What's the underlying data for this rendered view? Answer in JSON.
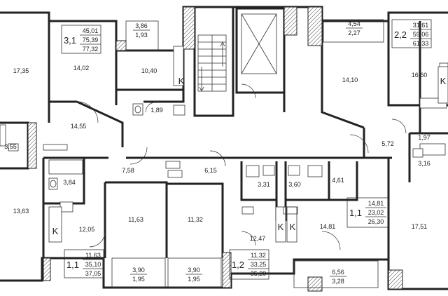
{
  "rooms": [
    {
      "id": "r1",
      "area": "17,35"
    },
    {
      "id": "r2",
      "area": "14,02"
    },
    {
      "id": "r3",
      "area": "10,40"
    },
    {
      "id": "r4",
      "area": "1,89"
    },
    {
      "id": "r5",
      "area": "14,55"
    },
    {
      "id": "r6",
      "area": "3,55"
    },
    {
      "id": "r7",
      "area": "14,10"
    },
    {
      "id": "r8",
      "area": "16,60"
    },
    {
      "id": "r9",
      "area": "1,97"
    },
    {
      "id": "r10",
      "area": "3,16"
    },
    {
      "id": "r11",
      "area": "5,72"
    },
    {
      "id": "r12",
      "area": "7,58"
    },
    {
      "id": "r13",
      "area": "6,15"
    },
    {
      "id": "r14",
      "area": "3,84"
    },
    {
      "id": "r15",
      "area": "13,63"
    },
    {
      "id": "r16",
      "area": "11,63"
    },
    {
      "id": "r17",
      "area": "11,32"
    },
    {
      "id": "r18",
      "area": "12,05"
    },
    {
      "id": "r19",
      "area": "3,31"
    },
    {
      "id": "r20",
      "area": "3,60"
    },
    {
      "id": "r21",
      "area": "4,61"
    },
    {
      "id": "r22",
      "area": "12,47"
    },
    {
      "id": "r23",
      "area": "14,81"
    },
    {
      "id": "r24",
      "area": "17,51"
    }
  ],
  "balconies": [
    {
      "id": "b1",
      "top": "3,86",
      "bottom": "1,93"
    },
    {
      "id": "b2",
      "top": "4,54",
      "bottom": "2,27"
    },
    {
      "id": "b3",
      "top": "3,90",
      "bottom": "1,95"
    },
    {
      "id": "b4",
      "top": "3,90",
      "bottom": "1,95"
    },
    {
      "id": "b5",
      "top": "6,56",
      "bottom": "3,28"
    }
  ],
  "apartments": [
    {
      "id": "a1",
      "code": "3,1",
      "lines": [
        "45,01",
        "75,39",
        "77,32"
      ]
    },
    {
      "id": "a2",
      "code": "2,2",
      "lines": [
        "31,61",
        "59,06",
        "61,33"
      ]
    },
    {
      "id": "a3",
      "code": "1,1",
      "lines": [
        "11,63",
        "35,10",
        "37,05"
      ]
    },
    {
      "id": "a4",
      "code": "1,2",
      "lines": [
        "11,32",
        "33,25",
        "35,20"
      ]
    },
    {
      "id": "a5",
      "code": "1,1",
      "lines": [
        "14,81",
        "23,02",
        "26,30"
      ]
    }
  ],
  "kitchen_marks": [
    {
      "id": "k1",
      "text": "K"
    },
    {
      "id": "k2",
      "text": "K"
    },
    {
      "id": "k3",
      "text": "K"
    },
    {
      "id": "k4",
      "text": "K"
    },
    {
      "id": "k5",
      "text": "K"
    }
  ]
}
